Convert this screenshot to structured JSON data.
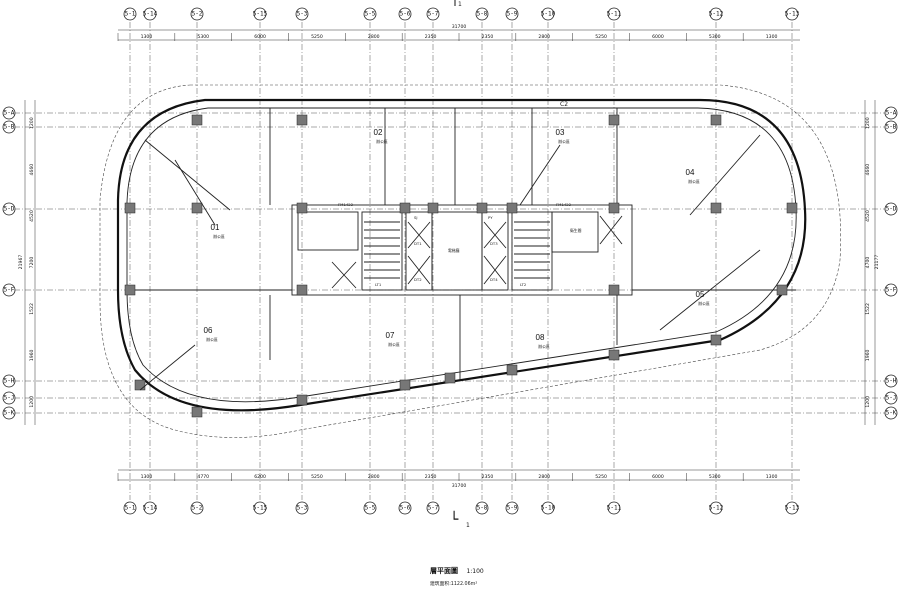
{
  "drawing": {
    "title": "層平面圖",
    "scale": "1:100",
    "area_text": "建筑面积:1122.06m²",
    "section_mark_bottom": "1",
    "section_mark_top": "1"
  },
  "axes_top": [
    "5-1",
    "5-2",
    "5-3",
    "5-5",
    "5-6",
    "5-7",
    "5-8",
    "5-9",
    "5-10",
    "5-11",
    "5-12",
    "5-13",
    "5-14",
    "5-15"
  ],
  "axes_left": [
    "5-A",
    "5-B",
    "5-D",
    "5-F",
    "5-H",
    "5-J",
    "5-K"
  ],
  "axes_right": [
    "5-A",
    "5-B",
    "5-D",
    "5-F",
    "5-H",
    "5-J",
    "5-K"
  ],
  "dims": {
    "top_total": "31700",
    "top_segments": [
      "1300",
      "5300",
      "6000",
      "5250",
      "2800",
      "2350",
      "2350",
      "2800",
      "5250",
      "6000",
      "5300",
      "1300"
    ],
    "bottom_total": "31700",
    "bottom_segments": [
      "1300",
      "4770",
      "6200",
      "5250",
      "2800",
      "2350",
      "2350",
      "2800",
      "5250",
      "6000",
      "5300",
      "1300"
    ],
    "left_total": "21967",
    "left_segments": [
      "1200",
      "4660",
      "4520",
      "7200",
      "1522",
      "1960",
      "1200"
    ],
    "right_total": "21177",
    "right_segments": [
      "1200",
      "4660",
      "4520",
      "4700",
      "1522",
      "1960",
      "1200"
    ]
  },
  "rooms": [
    {
      "no": "01",
      "sub": "辦公區"
    },
    {
      "no": "02",
      "sub": "辦公區"
    },
    {
      "no": "03",
      "sub": "辦公區"
    },
    {
      "no": "04",
      "sub": "辦公區"
    },
    {
      "no": "05",
      "sub": "辦公區"
    },
    {
      "no": "06",
      "sub": "辦公區"
    },
    {
      "no": "07",
      "sub": "辦公區"
    },
    {
      "no": "08",
      "sub": "辦公區"
    }
  ],
  "core_labels": {
    "lift_1": "DT1",
    "lift_2": "DT2",
    "lift_3": "DT3",
    "lift_4": "DT4",
    "stair_1": "LT1",
    "stair_2": "LT2",
    "corridor": "電梯廳",
    "shaft_1": "PY",
    "shaft_2": "SJ",
    "fm_left": "FM1422",
    "fm_right": "FM1422",
    "wc_label": "衛生間",
    "top_tag": "C2"
  }
}
